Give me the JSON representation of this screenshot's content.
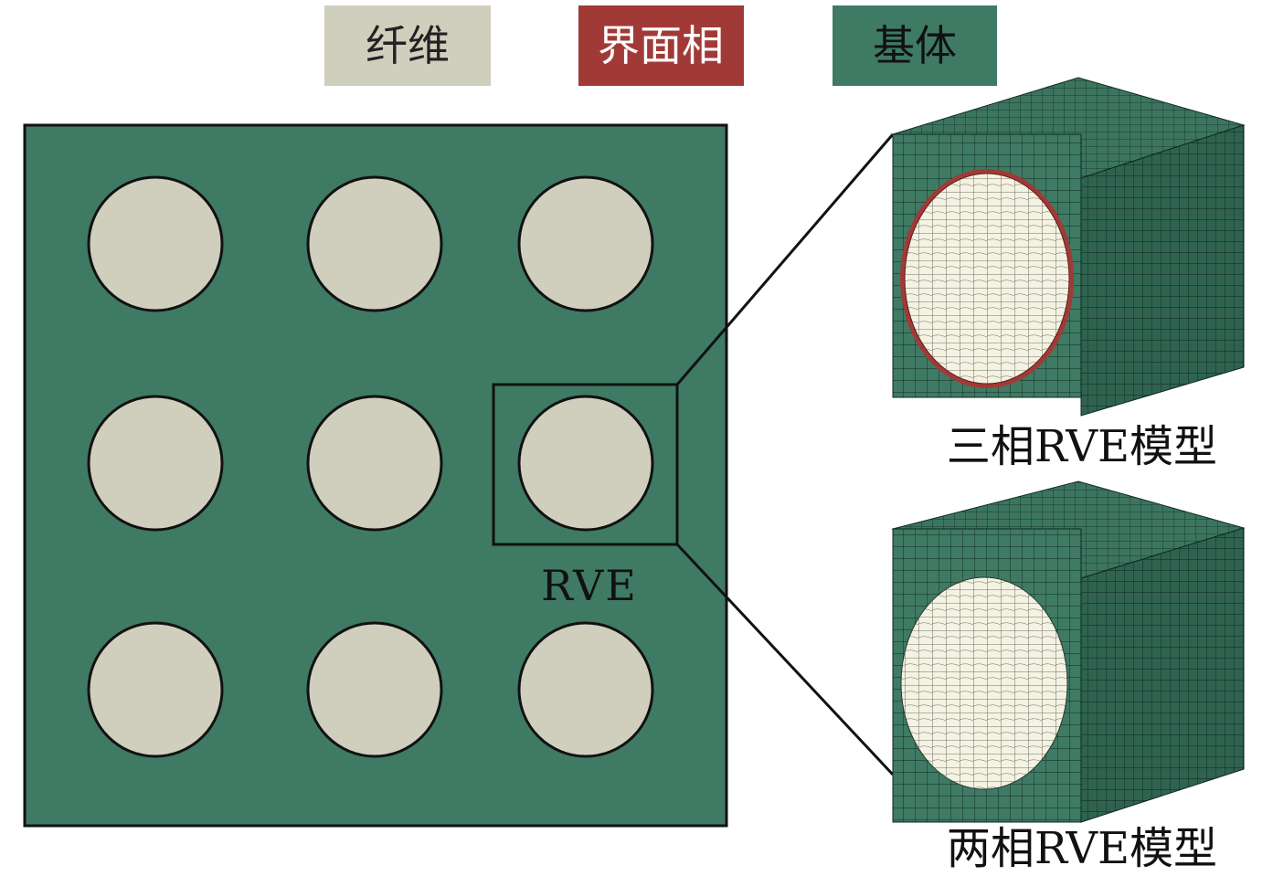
{
  "legend": [
    {
      "label": "纤维",
      "color": "#d0cfbd",
      "text_color": "#222222"
    },
    {
      "label": "界面相",
      "color": "#a13a36",
      "text_color": "#ffffff"
    },
    {
      "label": "基体",
      "color": "#3f7a64",
      "text_color": "#111111"
    }
  ],
  "colors": {
    "matrix": "#3f7a64",
    "fiber": "#d0cfbd",
    "interphase": "#a13a36",
    "mesh_fiber": "#f4f2e2",
    "outline": "#111111"
  },
  "rve_label": "RVE",
  "three_phase": {
    "caption": "三相RVE模型"
  },
  "two_phase": {
    "caption": "两相RVE模型"
  },
  "fiber_grid": {
    "rows": 3,
    "cols": 3
  }
}
